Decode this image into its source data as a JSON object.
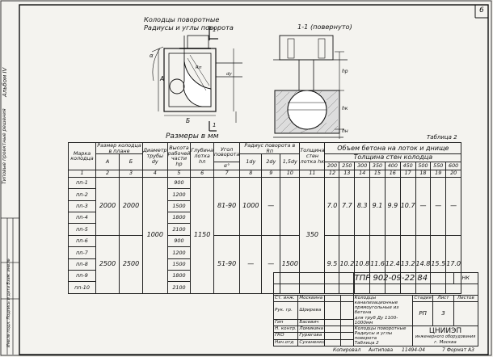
{
  "page_number": "6",
  "side": {
    "album": "Альбом IV",
    "series": "Типовые проектные решения",
    "inventory": "Инв.№ подл. Подпись и дата Взам. инв.№"
  },
  "plan": {
    "title_line1": "Колодцы поворотные",
    "title_line2": "Радиусы и углы поворота",
    "section_mark": "1",
    "dim_b": "Б",
    "dim_a": "А",
    "dim_rn": "Rп",
    "dim_dy": "dy",
    "angle_label": "α"
  },
  "section": {
    "title": "1-1 (повернуто)",
    "dim_hp": "hр",
    "dim_hk": "hк",
    "dim_hn": "hн"
  },
  "table": {
    "caption": "Размеры в мм",
    "table_label": "Таблица 2",
    "headers": {
      "mark": "Марка колодца",
      "plan_size": "Размер колодца в плане",
      "a": "А",
      "b": "Б",
      "diameter": "Диаметр трубы dy",
      "height": "Высота рабочей части hp",
      "slab": "Глубина лотка hл",
      "angle": "Угол поворота",
      "angle_sym": "α°",
      "radius": "Радиус поворота в Rп",
      "r_dy": "1dy",
      "r_2dy": "2dy",
      "r_15dy": "1,5dy",
      "hk": "Толщина стен лотка hк",
      "volume": "Объем бетона на лоток и днище",
      "wall": "Толщина стен колодца",
      "thicknesses": [
        "200",
        "250",
        "300",
        "350",
        "400",
        "450",
        "500",
        "550",
        "600"
      ],
      "col_numbers": [
        "1",
        "2",
        "3",
        "4",
        "5",
        "6",
        "7",
        "8",
        "9",
        "10",
        "11",
        "12",
        "13",
        "14",
        "15",
        "16",
        "17",
        "18",
        "19",
        "20"
      ]
    },
    "rows": [
      {
        "mark": "пп-1",
        "hp": "900"
      },
      {
        "mark": "пп-2",
        "hp": "1200"
      },
      {
        "mark": "пп-3",
        "hp": "1500"
      },
      {
        "mark": "пп-4",
        "hp": "1800"
      },
      {
        "mark": "пп-5",
        "hp": "2100"
      },
      {
        "mark": "пп-6",
        "hp": "900"
      },
      {
        "mark": "пп-7",
        "hp": "1200"
      },
      {
        "mark": "пп-8",
        "hp": "1500"
      },
      {
        "mark": "пп-9",
        "hp": "1800"
      },
      {
        "mark": "пп-10",
        "hp": "2100"
      }
    ],
    "group1": {
      "a": "2000",
      "b": "2000",
      "angle": "81-90",
      "r1": "1000",
      "r2": "—",
      "r3": "",
      "vol": [
        "7.0",
        "7.7",
        "8.3",
        "9.1",
        "9.9",
        "10.7",
        "—",
        "—",
        "—"
      ]
    },
    "group2": {
      "a": "2500",
      "b": "2500",
      "angle": "51-90",
      "r1": "—",
      "r2": "—",
      "r3": "1500",
      "vol": [
        "9.5",
        "10.2",
        "10.8",
        "11.6",
        "12.4",
        "13.2",
        "14.8",
        "15.5",
        "17.0"
      ]
    },
    "shared": {
      "diameter": "1000",
      "slab": "1150",
      "hk": "350"
    }
  },
  "stamp": {
    "code": "ТПР 902-09-22.84",
    "nk": "НК",
    "title1": "Колодцы канализационные",
    "title2": "прямоугольные из бетона",
    "title3": "для труб Ду 1100-1000мм",
    "title4": "Колодцы поворотные",
    "title5": "Радиусы и углы поворота",
    "title6": "Таблица 2",
    "stage_h": "Стадия",
    "sheet_h": "Лист",
    "sheets_h": "Листов",
    "stage": "РП",
    "sheet": "3",
    "org1": "ЦНИИЭП",
    "org2": "инженерного оборудования",
    "org3": "г. Москва",
    "roles": [
      "Ст. инж.",
      "Рук. гр.",
      "Гип",
      "Н. контр.",
      "ГКО",
      "Нач.отд"
    ],
    "names": [
      "Москвина",
      "Шрирева",
      "Басевич",
      "Ломикина",
      "Гурюгова",
      "Суханенко"
    ],
    "footer_copy": "Копировал",
    "footer_name": "Антипова",
    "footer_num": "11494-04",
    "footer_fmt": "7  Формат А3"
  }
}
